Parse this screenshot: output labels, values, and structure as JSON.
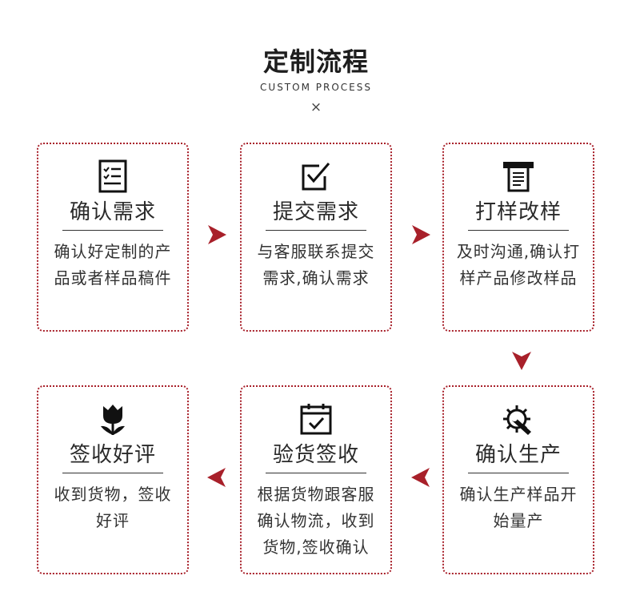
{
  "header": {
    "title": "定制流程",
    "subtitle": "CUSTOM PROCESS",
    "mark": "×"
  },
  "accent_color": "#a8202a",
  "steps": [
    {
      "title": "确认需求",
      "desc": "确认好定制的产品或者样品稿件",
      "icon": "checklist-icon"
    },
    {
      "title": "提交需求",
      "desc": "与客服联系提交需求,确认需求",
      "icon": "checkbox-icon"
    },
    {
      "title": "打样改样",
      "desc": "及时沟通,确认打样产品修改样品",
      "icon": "printer-icon"
    },
    {
      "title": "确认生产",
      "desc": "确认生产样品开始量产",
      "icon": "gear-wrench-icon"
    },
    {
      "title": "验货签收",
      "desc": "根据货物跟客服确认物流，收到货物,签收确认",
      "icon": "calendar-check-icon"
    },
    {
      "title": "签收好评",
      "desc": "收到货物，签收好评",
      "icon": "tulip-icon"
    }
  ]
}
